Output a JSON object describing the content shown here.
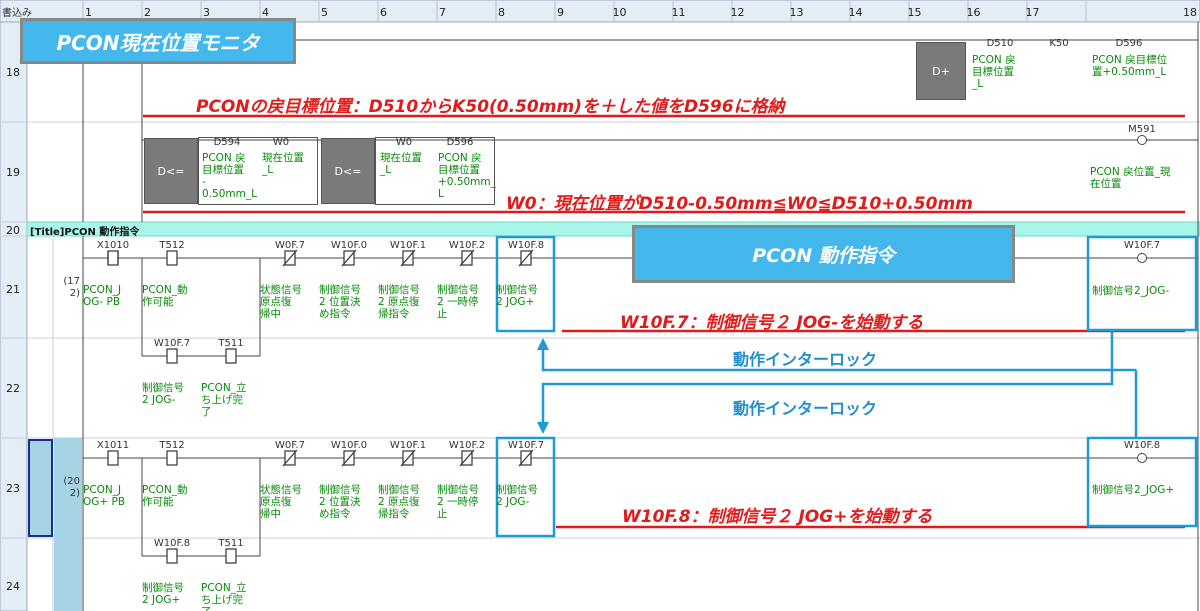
{
  "header": {
    "corner_label": "書込み",
    "columns": [
      "1",
      "2",
      "3",
      "4",
      "5",
      "6",
      "7",
      "8",
      "9",
      "10",
      "11",
      "12",
      "13",
      "14",
      "15",
      "16",
      "17",
      "18"
    ]
  },
  "rows": {
    "r18": "18",
    "r19": "19",
    "r20": "20",
    "r21": "21",
    "r22": "22",
    "r23": "23",
    "r24": "24"
  },
  "banner_top": "PCON現在位置モニタ",
  "banner_mid": "PCON 動作指令",
  "title_row": "[Title]PCON 動作指令",
  "annotations": {
    "row18": "PCONの戻目標位置：D510からK50(0.50mm)を＋した値をD596に格納",
    "row19": "W0：現在位置がD510-0.50mm≦W0≦D510+0.50mm",
    "row21": "W10F.7：制御信号２ JOG-を始動する",
    "row23": "W10F.8：制御信号２ JOG+を始動する",
    "interlock1": "動作インターロック",
    "interlock2": "動作インターロック"
  },
  "rung18": {
    "instr": "D+",
    "op1": "D510",
    "op2": "K50",
    "op3": "D596",
    "op1_cmt": "PCON 戻\n目標位置\n_L",
    "op3_cmt": "PCON 戻目標位\n置+0.50mm_L"
  },
  "rung19": {
    "cmp1": "D<=",
    "cmp1_a": "D594",
    "cmp1_b": "W0",
    "cmp1_a_cmt": "PCON 戻\n目標位置\n-\n0.50mm_L",
    "cmp1_b_cmt": "現在位置\n_L",
    "cmp2": "D<=",
    "cmp2_a": "W0",
    "cmp2_b": "D596",
    "cmp2_a_cmt": "現在位置\n_L",
    "cmp2_b_cmt": "PCON 戻\n目標位置\n+0.50mm_\nL",
    "coil": "M591",
    "coil_cmt": "PCON 戻位置_現\n在位置"
  },
  "rung21": {
    "step": "(17\n 2)",
    "contacts": [
      {
        "dev": "X1010",
        "cmt": "PCON_J\nOG- PB"
      },
      {
        "dev": "T512",
        "cmt": "PCON_動\n作可能"
      },
      {
        "dev": "W0F.7",
        "cmt": "状態信号\n原点復\n帰中"
      },
      {
        "dev": "W10F.0",
        "cmt": "制御信号\n2 位置決\nめ指令"
      },
      {
        "dev": "W10F.1",
        "cmt": "制御信号\n2 原点復\n帰指令"
      },
      {
        "dev": "W10F.2",
        "cmt": "制御信号\n2 一時停\n止"
      },
      {
        "dev": "W10F.8",
        "cmt": "制御信号\n2 JOG+"
      }
    ],
    "coil": "W10F.7",
    "coil_cmt": "制御信号2_JOG-"
  },
  "rung22": {
    "contacts": [
      {
        "dev": "W10F.7",
        "cmt": "制御信号\n2 JOG-"
      },
      {
        "dev": "T511",
        "cmt": "PCON_立\nち上げ完\n了"
      }
    ]
  },
  "rung23": {
    "step": "(20\n 2)",
    "contacts": [
      {
        "dev": "X1011",
        "cmt": "PCON_J\nOG+ PB"
      },
      {
        "dev": "T512",
        "cmt": "PCON_動\n作可能"
      },
      {
        "dev": "W0F.7",
        "cmt": "状態信号\n原点復\n帰中"
      },
      {
        "dev": "W10F.0",
        "cmt": "制御信号\n2 位置決\nめ指令"
      },
      {
        "dev": "W10F.1",
        "cmt": "制御信号\n2 原点復\n帰指令"
      },
      {
        "dev": "W10F.2",
        "cmt": "制御信号\n2 一時停\n止"
      },
      {
        "dev": "W10F.7",
        "cmt": "制御信号\n2 JOG-"
      }
    ],
    "coil": "W10F.8",
    "coil_cmt": "制御信号2_JOG+"
  },
  "rung24": {
    "contacts": [
      {
        "dev": "W10F.8",
        "cmt": "制御信号\n2 JOG+"
      },
      {
        "dev": "T511",
        "cmt": "PCON_立\nち上げ完\n了"
      }
    ]
  },
  "colors": {
    "accent_blue": "#44b8ec",
    "note_red": "#e11b1b",
    "frame_blue": "#1e9ad6",
    "comment_green": "#0a8a0a",
    "title_row_bg": "#a8f5ea"
  }
}
